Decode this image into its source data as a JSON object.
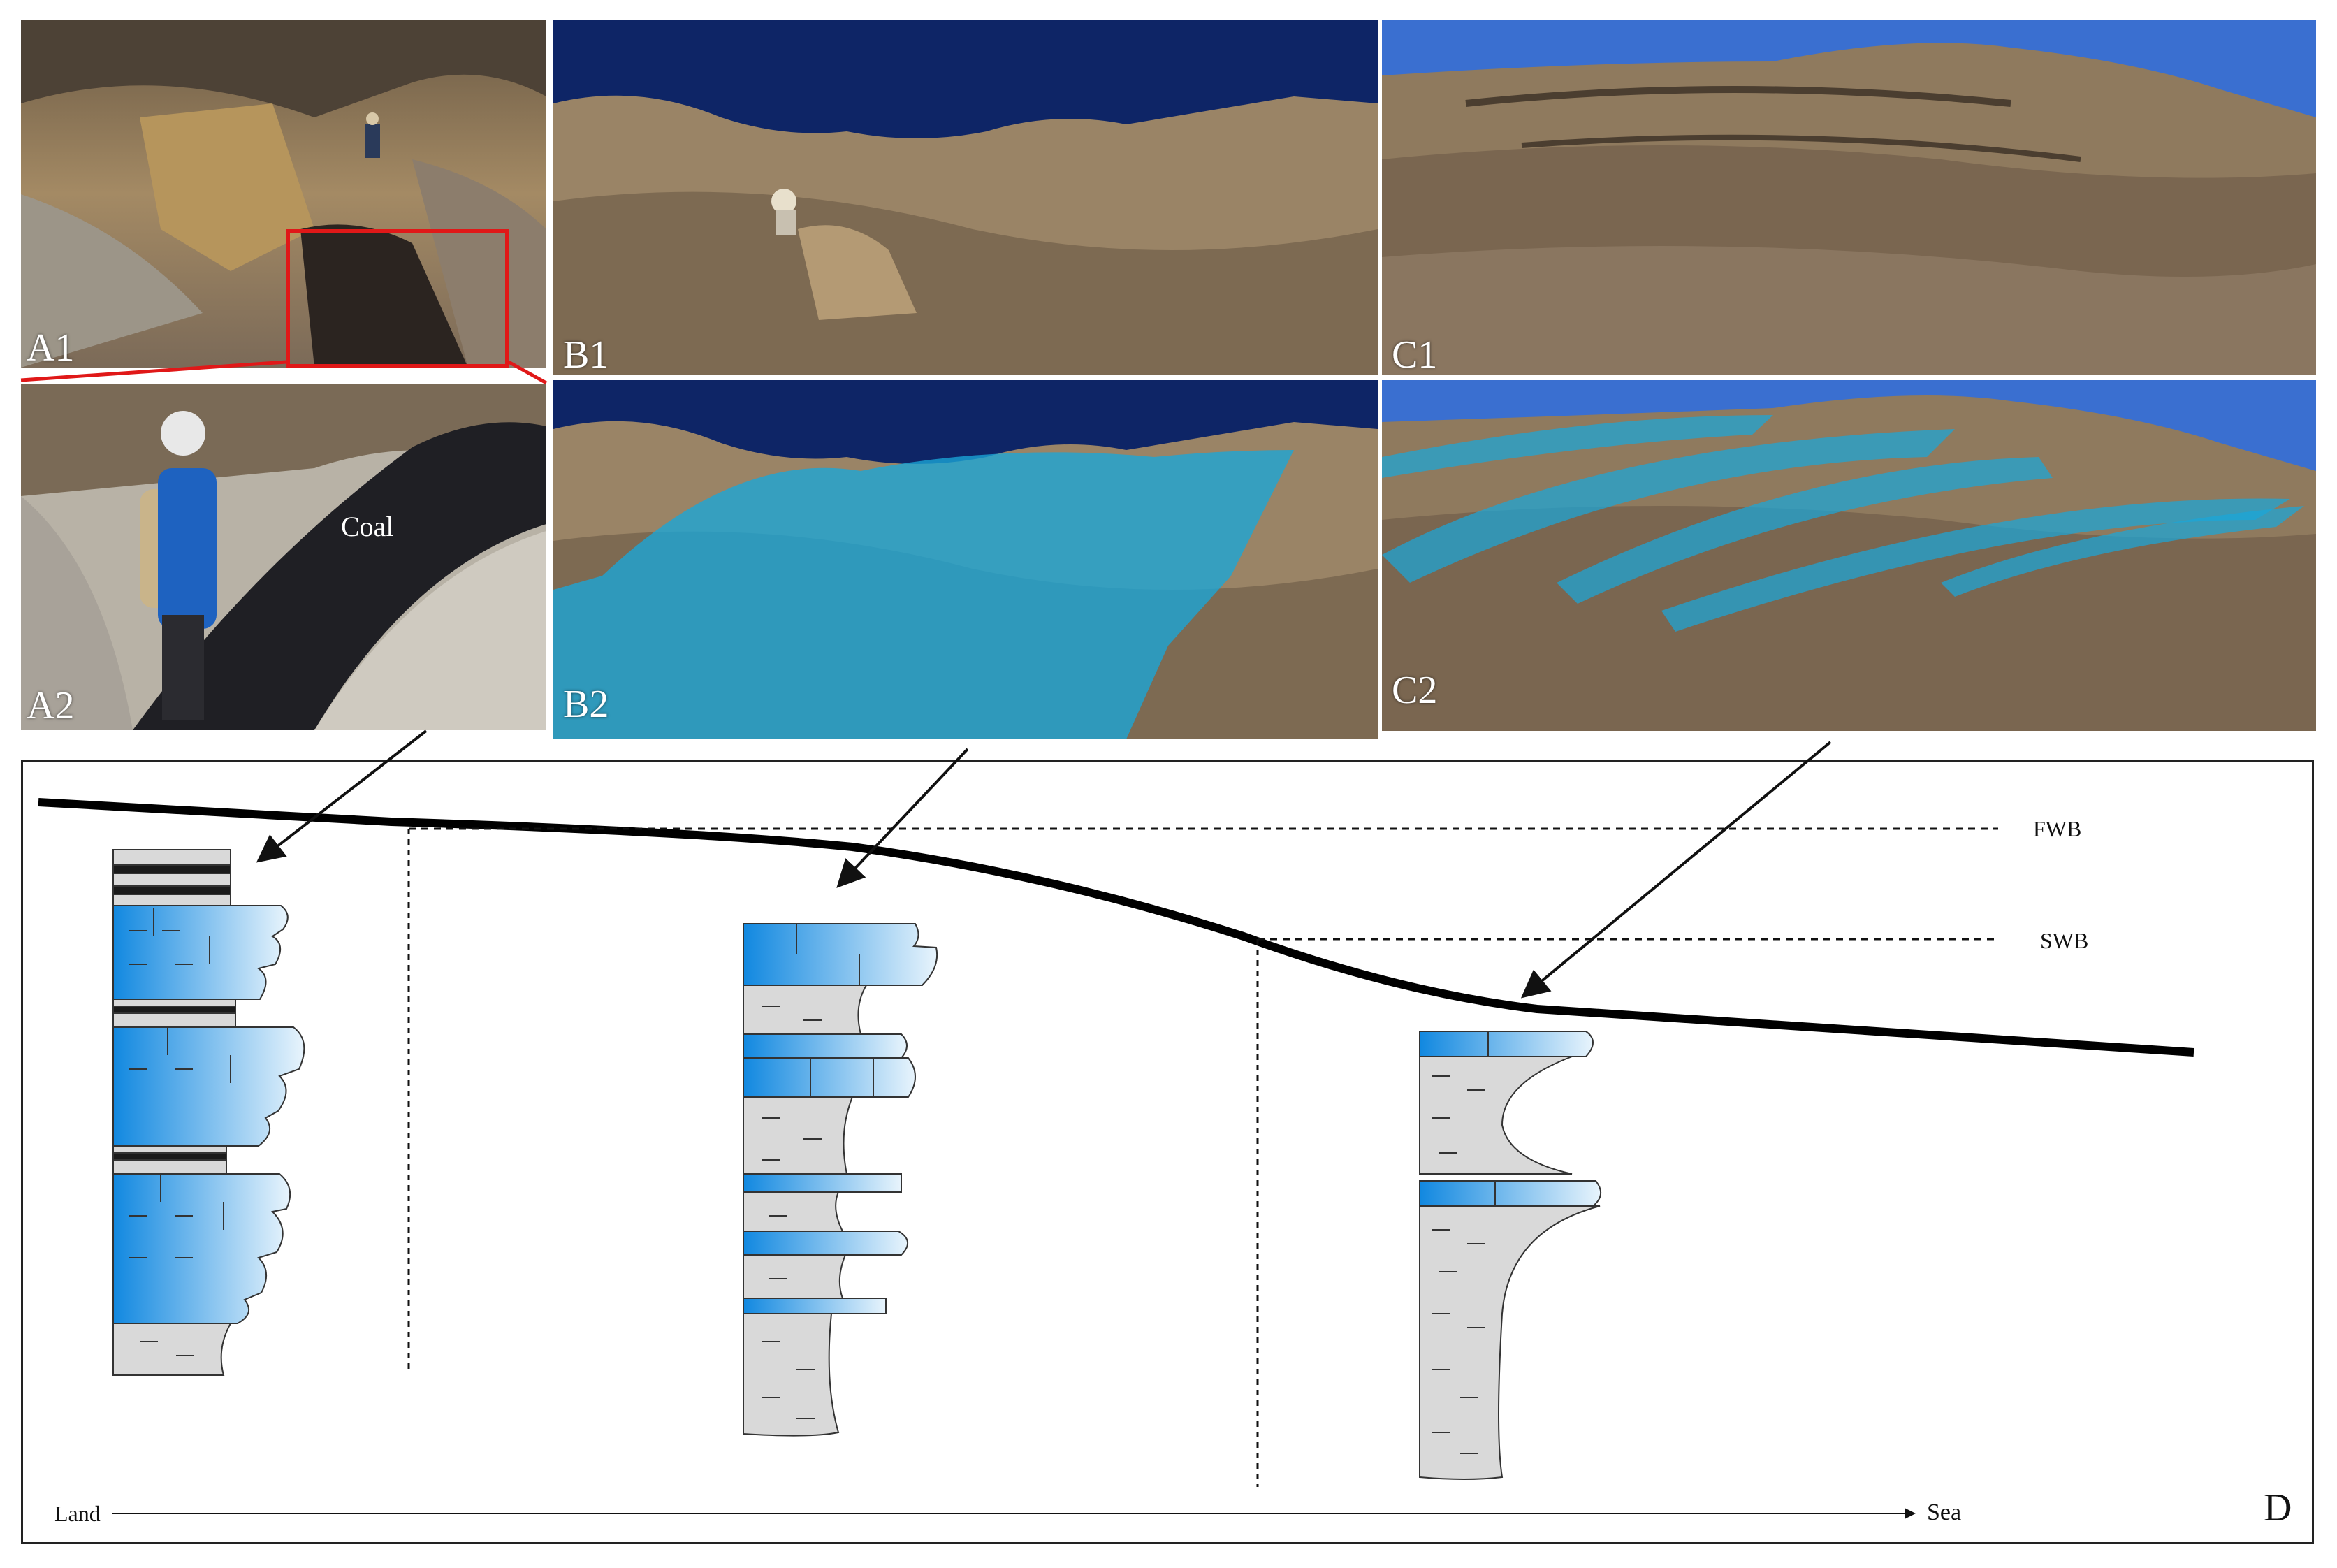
{
  "panels": {
    "a1": {
      "label": "A1"
    },
    "a2": {
      "label": "A2",
      "annotation": "Coal"
    },
    "b1": {
      "label": "B1"
    },
    "b2": {
      "label": "B2"
    },
    "c1": {
      "label": "C1"
    },
    "c2": {
      "label": "C2"
    }
  },
  "diagram": {
    "panel_label": "D",
    "fwb_label": "FWB",
    "swb_label": "SWB",
    "axis_start": "Land",
    "axis_end": "Sea"
  },
  "colors": {
    "sky": "#0f2a7a",
    "rock": "#8a6f4e",
    "highlight": "#1aa6d8",
    "limestone_blue": "#1e90e0",
    "mudstone_gray": "#d9d9d9",
    "coal": "#1a1a1a",
    "seafloor_line": "#000000"
  }
}
